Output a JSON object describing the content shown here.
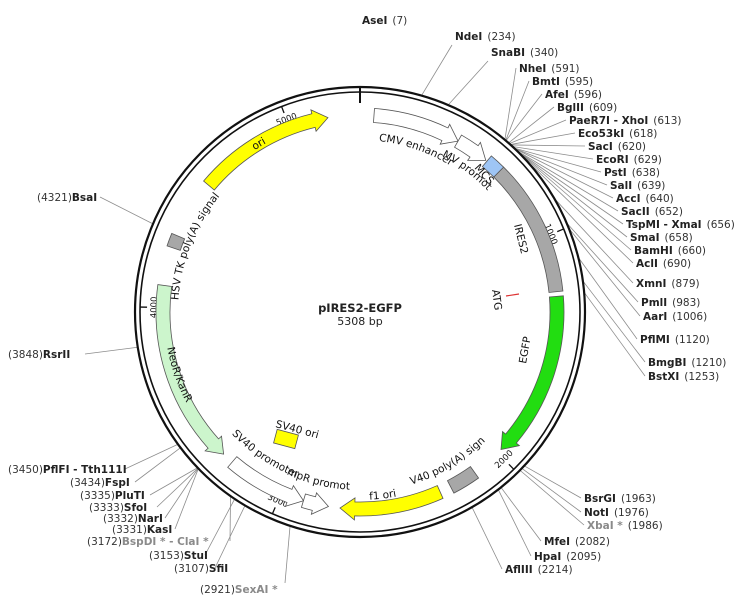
{
  "plasmid": {
    "name": "pIRES2-EGFP",
    "length_label": "5308 bp",
    "total_bp": 5308
  },
  "ticks": [
    {
      "bp": 1000,
      "label": "1000"
    },
    {
      "bp": 2000,
      "label": "2000"
    },
    {
      "bp": 3000,
      "label": "3000"
    },
    {
      "bp": 4000,
      "label": "4000"
    },
    {
      "bp": 5000,
      "label": "5000"
    }
  ],
  "features": [
    {
      "id": "ori",
      "label": "ori",
      "start": 4570,
      "end": 5170,
      "dir": 1,
      "color": "#ffff00"
    },
    {
      "id": "cmv-enhancer",
      "label": "CMV enhancer",
      "start": 60,
      "end": 440,
      "dir": 1,
      "color": "#ffffff"
    },
    {
      "id": "cmv-promoter",
      "label": "CMV promoter",
      "start": 440,
      "end": 585,
      "dir": 1,
      "color": "#ffffff"
    },
    {
      "id": "mcs",
      "label": "MCS",
      "start": 591,
      "end": 660,
      "dir": 0,
      "color": "#9ec5f5"
    },
    {
      "id": "ires2",
      "label": "IRES2",
      "start": 660,
      "end": 1240,
      "dir": 0,
      "color": "#a7a7a7"
    },
    {
      "id": "egfp",
      "label": "EGFP",
      "start": 1260,
      "end": 1980,
      "dir": 1,
      "color": "#22dd11"
    },
    {
      "id": "sv40-polya",
      "label": "SV40 poly(A) signal",
      "start": 2130,
      "end": 2250,
      "dir": 0,
      "color": "#a7a7a7"
    },
    {
      "id": "f1-ori",
      "label": "f1 ori",
      "start": 2300,
      "end": 2740,
      "dir": 1,
      "color": "#ffff00"
    },
    {
      "id": "ampr-promoter",
      "label": "AmpR promoter",
      "start": 2790,
      "end": 2900,
      "dir": -1,
      "color": "#ffffff"
    },
    {
      "id": "sv40-promoter",
      "label": "SV40 promoter",
      "start": 2900,
      "end": 3250,
      "dir": -1,
      "color": "#ffffff"
    },
    {
      "id": "neor-kanr",
      "label": "NeoR/KanR",
      "start": 3300,
      "end": 4095,
      "dir": -1,
      "color": "#ccf5cc"
    },
    {
      "id": "hsv-tk-polya",
      "label": "HSV TK poly(A) signal",
      "start": 4260,
      "end": 4315,
      "dir": 0,
      "color": "#a7a7a7"
    }
  ],
  "inner_labels": {
    "sv40_ori": "SV40 ori",
    "atg": "ATG"
  },
  "sites": [
    {
      "name": "AseI",
      "pos": "(7)"
    },
    {
      "name": "NdeI",
      "pos": "(234)"
    },
    {
      "name": "SnaBI",
      "pos": "(340)"
    },
    {
      "name": "NheI",
      "pos": "(591)"
    },
    {
      "name": "BmtI",
      "pos": "(595)"
    },
    {
      "name": "AfeI",
      "pos": "(596)"
    },
    {
      "name": "BglII",
      "pos": "(609)"
    },
    {
      "name": "PaeR7I - XhoI",
      "pos": "(613)"
    },
    {
      "name": "Eco53kI",
      "pos": "(618)"
    },
    {
      "name": "SacI",
      "pos": "(620)"
    },
    {
      "name": "EcoRI",
      "pos": "(629)"
    },
    {
      "name": "PstI",
      "pos": "(638)"
    },
    {
      "name": "SalI",
      "pos": "(639)"
    },
    {
      "name": "AccI",
      "pos": "(640)"
    },
    {
      "name": "SacII",
      "pos": "(652)"
    },
    {
      "name": "TspMI - XmaI",
      "pos": "(656)"
    },
    {
      "name": "SmaI",
      "pos": "(658)"
    },
    {
      "name": "BamHI",
      "pos": "(660)"
    },
    {
      "name": "AclI",
      "pos": "(690)"
    },
    {
      "name": "XmnI",
      "pos": "(879)"
    },
    {
      "name": "PmlI",
      "pos": "(983)"
    },
    {
      "name": "AarI",
      "pos": "(1006)"
    },
    {
      "name": "PflMI",
      "pos": "(1120)"
    },
    {
      "name": "BmgBI",
      "pos": "(1210)"
    },
    {
      "name": "BstXI",
      "pos": "(1253)"
    },
    {
      "name": "BsrGI",
      "pos": "(1963)"
    },
    {
      "name": "NotI",
      "pos": "(1976)"
    },
    {
      "name": "XbaI *",
      "pos": "(1986)",
      "grey": true
    },
    {
      "name": "MfeI",
      "pos": "(2082)"
    },
    {
      "name": "HpaI",
      "pos": "(2095)"
    },
    {
      "name": "AflIII",
      "pos": "(2214)"
    },
    {
      "name": "SexAI *",
      "pos": "(2921)",
      "grey": true
    },
    {
      "name": "SfiI",
      "pos": "(3107)"
    },
    {
      "name": "StuI",
      "pos": "(3153)"
    },
    {
      "name": "BspDI * - ClaI *",
      "pos": "(3172)",
      "grey": true
    },
    {
      "name": "KasI",
      "pos": "(3331)"
    },
    {
      "name": "NarI",
      "pos": "(3332)"
    },
    {
      "name": "SfoI",
      "pos": "(3333)"
    },
    {
      "name": "PluTI",
      "pos": "(3335)"
    },
    {
      "name": "FspI",
      "pos": "(3434)"
    },
    {
      "name": "PflFI - Tth111I",
      "pos": "(3450)"
    },
    {
      "name": "RsrII",
      "pos": "(3848)"
    },
    {
      "name": "BsaI",
      "pos": "(4321)"
    }
  ]
}
